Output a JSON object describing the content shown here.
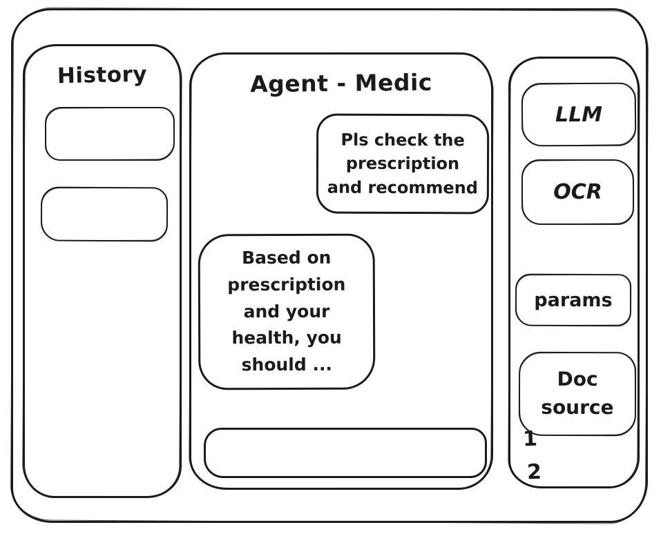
{
  "colors": {
    "ink": "#1b1b1b",
    "background": "#ffffff"
  },
  "history_panel": {
    "title": "History",
    "items": [
      {
        "label": ""
      },
      {
        "label": ""
      }
    ]
  },
  "chat_panel": {
    "title": "Agent - Medic",
    "messages": [
      {
        "role": "user",
        "text": "Pls check the prescription and recommend",
        "lines": [
          "Pls check the",
          "prescription",
          "and recommend"
        ]
      },
      {
        "role": "assistant",
        "text": "Based on prescription and your health, you should ...",
        "lines": [
          "Based on",
          "prescription",
          "and your",
          "health, you",
          "should ..."
        ]
      }
    ],
    "input": {
      "value": "",
      "placeholder": ""
    }
  },
  "tools_panel": {
    "llm_label": "LLM",
    "ocr_label": "OCR",
    "params_label": "params",
    "doc_source": {
      "label": "Doc source",
      "lines": [
        "Doc",
        "source"
      ],
      "items": [
        "1",
        "2"
      ]
    }
  }
}
